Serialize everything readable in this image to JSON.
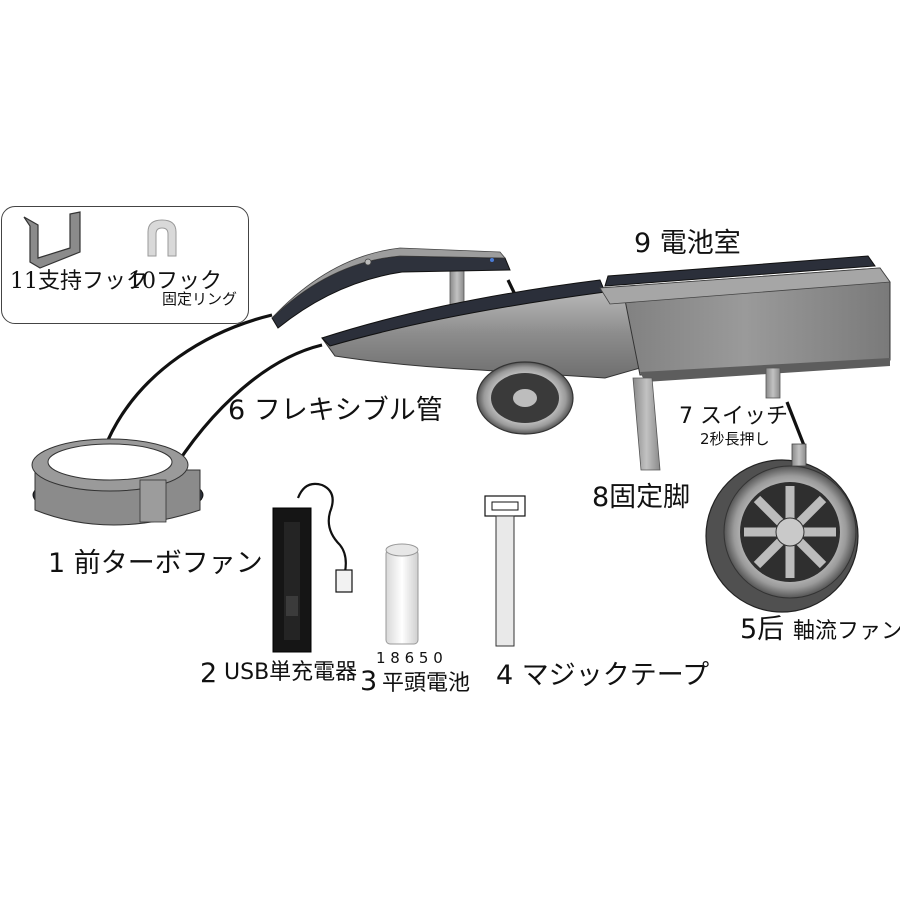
{
  "inset": {
    "support_hook_label": "11支持フック",
    "hook_ring_label_1": "10フック",
    "hook_ring_label_2": "固定リング"
  },
  "parts": {
    "battery_compartment": "9 電池室",
    "flexible_tube": "6 フレキシブル管",
    "switch_label": "7 スイッチ",
    "switch_note": "2秒長押し",
    "fixed_legs": "8固定脚",
    "front_turbo_fan": "1 前ターボファン",
    "axial_fan_num": "5后",
    "axial_fan_name": "軸流ファン",
    "usb_charger_num": "2",
    "usb_charger_name": "USB単充電器",
    "battery_model": "1 8 6 5 0",
    "flat_battery_num": "3",
    "flat_battery_name": "平頭電池",
    "velcro_tape": "4 マジックテープ"
  },
  "colors": {
    "body_grey": "#8a8a8a",
    "dark_top": "#2b2f3a",
    "outline": "#111111"
  }
}
